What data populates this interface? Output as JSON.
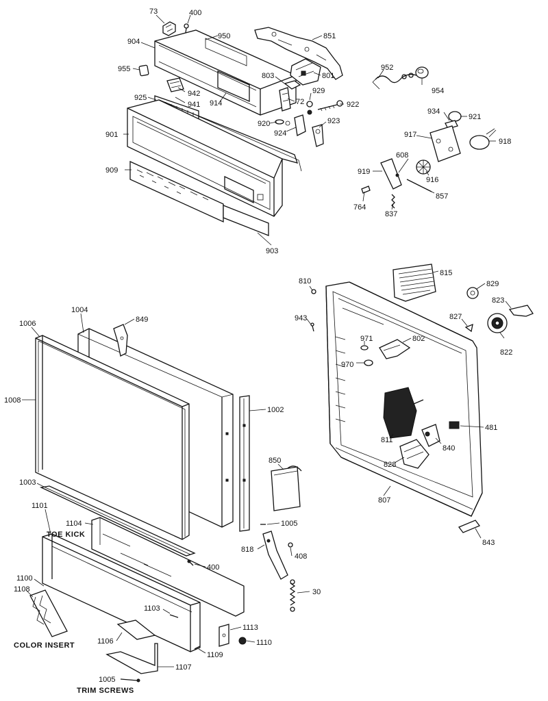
{
  "labels": {
    "p73": "73",
    "p400a": "400",
    "p904": "904",
    "p950": "950",
    "p851": "851",
    "p955": "955",
    "p803": "803",
    "p801": "801",
    "p952": "952",
    "p954": "954",
    "p925": "925",
    "p942": "942",
    "p941": "941",
    "p914": "914",
    "p72": "72",
    "p929": "929",
    "p922": "922",
    "p920": "920",
    "p924": "924",
    "p923": "923",
    "p934": "934",
    "p921": "921",
    "p901": "901",
    "p917": "917",
    "p918": "918",
    "p608": "608",
    "p909": "909",
    "p919": "919",
    "p916": "916",
    "p857": "857",
    "p764": "764",
    "p837": "837",
    "p903": "903",
    "p815": "815",
    "p810": "810",
    "p829": "829",
    "p823": "823",
    "p1004": "1004",
    "p849": "849",
    "p1006": "1006",
    "p943": "943",
    "p827": "827",
    "p971": "971",
    "p802": "802",
    "p822": "822",
    "p970": "970",
    "p1008": "1008",
    "p1002": "1002",
    "p481": "481",
    "p811": "811",
    "p840": "840",
    "p850": "850",
    "p828": "828",
    "p1003": "1003",
    "p807": "807",
    "p1005a": "1005",
    "p1101": "1101",
    "p1104": "1104",
    "toe_kick": "TOE KICK",
    "p843": "843",
    "p818": "818",
    "p408": "408",
    "p400b": "400",
    "p1100": "1100",
    "p1108": "1108",
    "p30": "30",
    "p1103": "1103",
    "p1113": "1113",
    "color_insert": "COLOR INSERT",
    "p1106": "1106",
    "p1110": "1110",
    "p1109": "1109",
    "p1107": "1107",
    "p1005b": "1005",
    "trim_screws": "TRIM SCREWS"
  }
}
